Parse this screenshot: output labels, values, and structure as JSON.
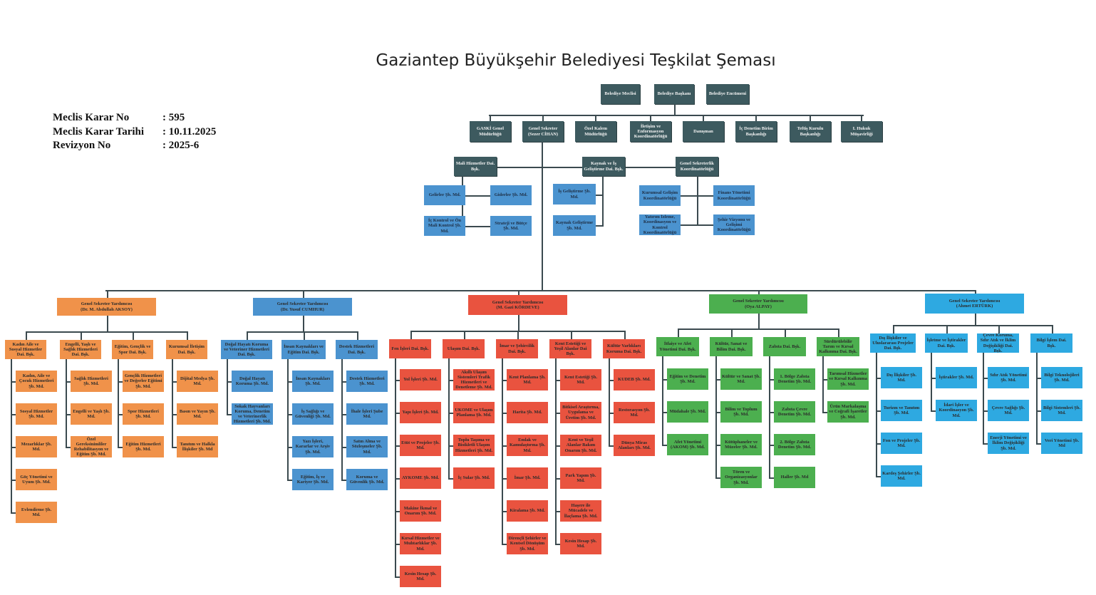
{
  "header": {
    "title": "Gaziantep Büyükşehir Belediyesi Teşkilat Şeması",
    "meta": [
      {
        "label": "Meclis Karar No",
        "value": ": 595"
      },
      {
        "label": "Meclis Karar Tarihi",
        "value": ": 10.11.2025"
      },
      {
        "label": "Revizyon No",
        "value": ": 2025-6"
      }
    ]
  },
  "top_row": [
    "Belediye Meclisi",
    "Belediye Başkanı",
    "Belediye Encümeni"
  ],
  "second_row": [
    "GASKİ Genel Müdürlüğü",
    "Genel Sekreter (Sezer CİHAN)",
    "Özel Kalem Müdürlüğü",
    "İletişim ve Enformasyon Koordinatörlüğü",
    "Danışman",
    "İç Denetim Birim Başkanlığı",
    "Teftiş Kurulu Başkanlığı",
    "I. Hukuk Müşavirliği"
  ],
  "general_secretary_units": [
    {
      "name": "Mali Hizmetler Dai. Bşk.",
      "units": [
        "Gelirler Şb. Md.",
        "Giderler Şb. Md.",
        "İç Kontrol ve Ön Mali Kontrol Şb. Md.",
        "Strateji ve Bütçe Şb. Md."
      ]
    },
    {
      "name": "Kaynak ve İş Geliştirme Dai. Bşk.",
      "units": [
        "İş Geliştirme Şb. Md.",
        "Kaynak Geliştirme Şb. Md."
      ]
    },
    {
      "name": "Genel Sekreterlik Koordinatörlüğü",
      "units": [
        "Kurumsal Gelişim Koordinatörlüğü",
        "Finans Yönetimi Koordinatörlüğü",
        "Yatırım İzleme, Koordinasyon ve Kontrol Koordinatörlüğü",
        "Şehir Vizyonu ve Gelişimi Koordinatörlüğü"
      ]
    }
  ],
  "deputies": [
    {
      "title": "Genel Sekreter Yardımcısı",
      "person": "(Dr. M. Abdullah AKSOY)",
      "color": "#f0924a",
      "departments": [
        {
          "name": "Kadın Aile ve Sosyal Hizmetler Dai. Bşk.",
          "units": [
            "Kadın, Aile ve Çocuk Hizmetleri Şb. Md.",
            "Sosyal Hizmetler Şb. Md.",
            "Mezarlıklar Şb. Md.",
            "Göç Yönetimi ve Uyum Şb. Md.",
            "Evlendirme Şb. Md."
          ]
        },
        {
          "name": "Engelli, Yaşlı ve Sağlık Hizmetleri Dai. Bşk.",
          "units": [
            "Sağlık Hizmetleri Şb. Md.",
            "Engelli ve Yaşlı Şb. Md.",
            "Özel Gereksinimliler Rehabilitasyon ve Eğitim Şb. Md."
          ]
        },
        {
          "name": "Eğitim, Gençlik ve Spor Dai. Bşk.",
          "units": [
            "Gençlik Hizmetleri ve Değerler Eğitimi Şb. Md.",
            "Spor Hizmetleri Şb. Md.",
            "Eğitim Hizmetleri Şb. Md."
          ]
        },
        {
          "name": "Kurumsal İletişim Dai. Bşk.",
          "units": [
            "Dijital Medya Şb. Md.",
            "Basın ve Yayın Şb. Md.",
            "Tanıtım ve Halkla İlişkiler Şb. Md"
          ]
        }
      ]
    },
    {
      "title": "Genel Sekreter Yardımcısı",
      "person": "(Dr. Yusuf CUMHUR)",
      "color": "#4b93cf",
      "departments": [
        {
          "name": "Doğal Hayatı Koruma ve Veteriner Hizmetleri Dai. Bşk.",
          "units": [
            "Doğal Hayatı Koruma Şb. Md.",
            "Sokak Hayvanları Koruma, Denetim ve Veterinerlik Hizmetleri Şb. Md."
          ]
        },
        {
          "name": "İnsan Kaynakları ve Eğitim Dai. Bşk.",
          "units": [
            "İnsan Kaynakları Şb. Md.",
            "İş Sağlığı ve Güvenliği Şb. Md.",
            "Yazı İşleri, Kararlar ve Arşiv Şb. Md.",
            "Eğitim, İş ve Kariyer Şb. Md."
          ]
        },
        {
          "name": "Destek Hizmetleri Dai. Bşk.",
          "units": [
            "Destek Hizmetleri Şb. Md.",
            "İhale İşleri Şube Md.",
            "Satın Alma ve Sözleşmeler Şb. Md.",
            "Koruma ve Güvenlik Şb. Md."
          ]
        }
      ]
    },
    {
      "title": "Genel Sekreter Yardımcısı",
      "person": "(M. Gazi KÖRDEVE)",
      "color": "#e9533f",
      "departments": [
        {
          "name": "Fen İşleri Dai. Bşk.",
          "units": [
            "Yol İşleri Şb. Md.",
            "Yapı İşleri Şb. Md.",
            "Etüt ve Projeler Şb. Md.",
            "AYKOME Şb. Md.",
            "Makine İkmal ve Onarım Şb. Md.",
            "Kırsal Hizmetler ve Muhtarlıklar Şb. Md.",
            "Kesin Hesap Şb. Md."
          ]
        },
        {
          "name": "Ulaşım Dai. Bşk.",
          "units": [
            "Akıllı Ulaşım Sistemleri Trafik Hizmetleri ve Denetleme Şb. Md.",
            "UKOME ve Ulaşım Planlama Şb. Md.",
            "Toplu Taşıma ve Bisikletli Ulaşım Hizmetleri Şb. Md.",
            "İç Sular Şb. Md."
          ]
        },
        {
          "name": "İmar ve Şehircilik Dai. Bşk.",
          "units": [
            "Kent Planlama Şb. Md.",
            "Harita Şb. Md.",
            "Emlak ve Kamulaştırma Şb. Md.",
            "İmar Şb. Md.",
            "Kiralama Şb. Md.",
            "Dirençli Şehirler ve Kentsel Dönüşüm Şb. Md."
          ]
        },
        {
          "name": "Kent Estetiği ve Yeşil Alanlar Dai Bşk.",
          "units": [
            "Kent Estetiği Şb. Md.",
            "Bitkisel Araştırma, Uygulama ve Üretim Şb. Md.",
            "Kent ve Yeşil Alanlar Bakım Onarım Şb. Md.",
            "Park Yapım Şb. Md.",
            "Haşere ile Mücadele ve İlaçlama Şb. Md.",
            "Kesin Hesap Şb. Md."
          ]
        },
        {
          "name": "Kültür Varlıkları Koruma Dai. Bşk.",
          "units": [
            "KUDEB Şb. Md.",
            "Restorasyon Şb. Md.",
            "Dünya Miras Alanları Şb. Md."
          ]
        }
      ]
    },
    {
      "title": "Genel Sekreter Yardımcısı",
      "person": "(Oya ALPAY)",
      "color": "#4caf4f",
      "departments": [
        {
          "name": "İtfaiye ve Afet Yönetimi Dai. Bşk.",
          "units": [
            "Eğitim ve Denetim Şb. Md.",
            "Müdahale Şb. Md.",
            "Afet Yönetimi (AKOM) Şb. Md."
          ]
        },
        {
          "name": "Kültür, Sanat ve Bilim Dai. Bşk.",
          "units": [
            "Kültür ve Sanat Şb. Md.",
            "Bilim ve Toplum Şb. Md.",
            "Kütüphaneler ve Müzeler Şb. Md.",
            "Tören ve Organizasyonlar Şb. Md."
          ]
        },
        {
          "name": "Zabıta Dai. Bşk.",
          "units": [
            "1. Bölge Zabıta Denetim Şb. Md.",
            "Zabıta Çevre Denetim Şb. Md.",
            "2. Bölge Zabıta Denetim Şb. Md.",
            "Haller Şb. Md"
          ]
        },
        {
          "name": "Sürdürülebilir Tarım ve Kırsal Kalkınma Dai. Bşk.",
          "units": [
            "Tarımsal Hizmetler ve Kırsal Kalkınma Şb. Md.",
            "Ürün Markalaşma ve Coğrafi İşaretler Şb. Md."
          ]
        }
      ]
    },
    {
      "title": "Genel Sekreter Yardımcısı",
      "person": "(Ahmet ERTÜRK)",
      "color": "#2ea9e1",
      "departments": [
        {
          "name": "Dış İlişkiler ve Uluslararası Projeler Dai. Bşk.",
          "units": [
            "Dış İlişkiler Şb. Md.",
            "Turizm ve Tanıtım Şb. Md.",
            "Fon ve Projeler Şb. Md.",
            "Kardeş Şehirler Şb. Md."
          ]
        },
        {
          "name": "İşletme ve İştirakler Dai. Bşk.",
          "units": [
            "İştirakler Şb. Md.",
            "İdari İşler ve Koordinasyon Şb. Md."
          ]
        },
        {
          "name": "Çevre Koruma, Sıfır Atık ve İklim Değişikliği Dai. Bşk.",
          "units": [
            "Sıfır Atık Yönetimi Şb. Md.",
            "Çevre Sağlığı Şb. Md.",
            "Enerji Yönetimi ve İklim Değişikliği Şb. Md."
          ]
        },
        {
          "name": "Bilgi İşlem Dai. Bşk.",
          "units": [
            "Bilgi Teknolojileri Şb. Md.",
            "Bilgi Sistemleri Şb. Md.",
            "Veri Yönetimi Şb. Md"
          ]
        }
      ]
    }
  ]
}
